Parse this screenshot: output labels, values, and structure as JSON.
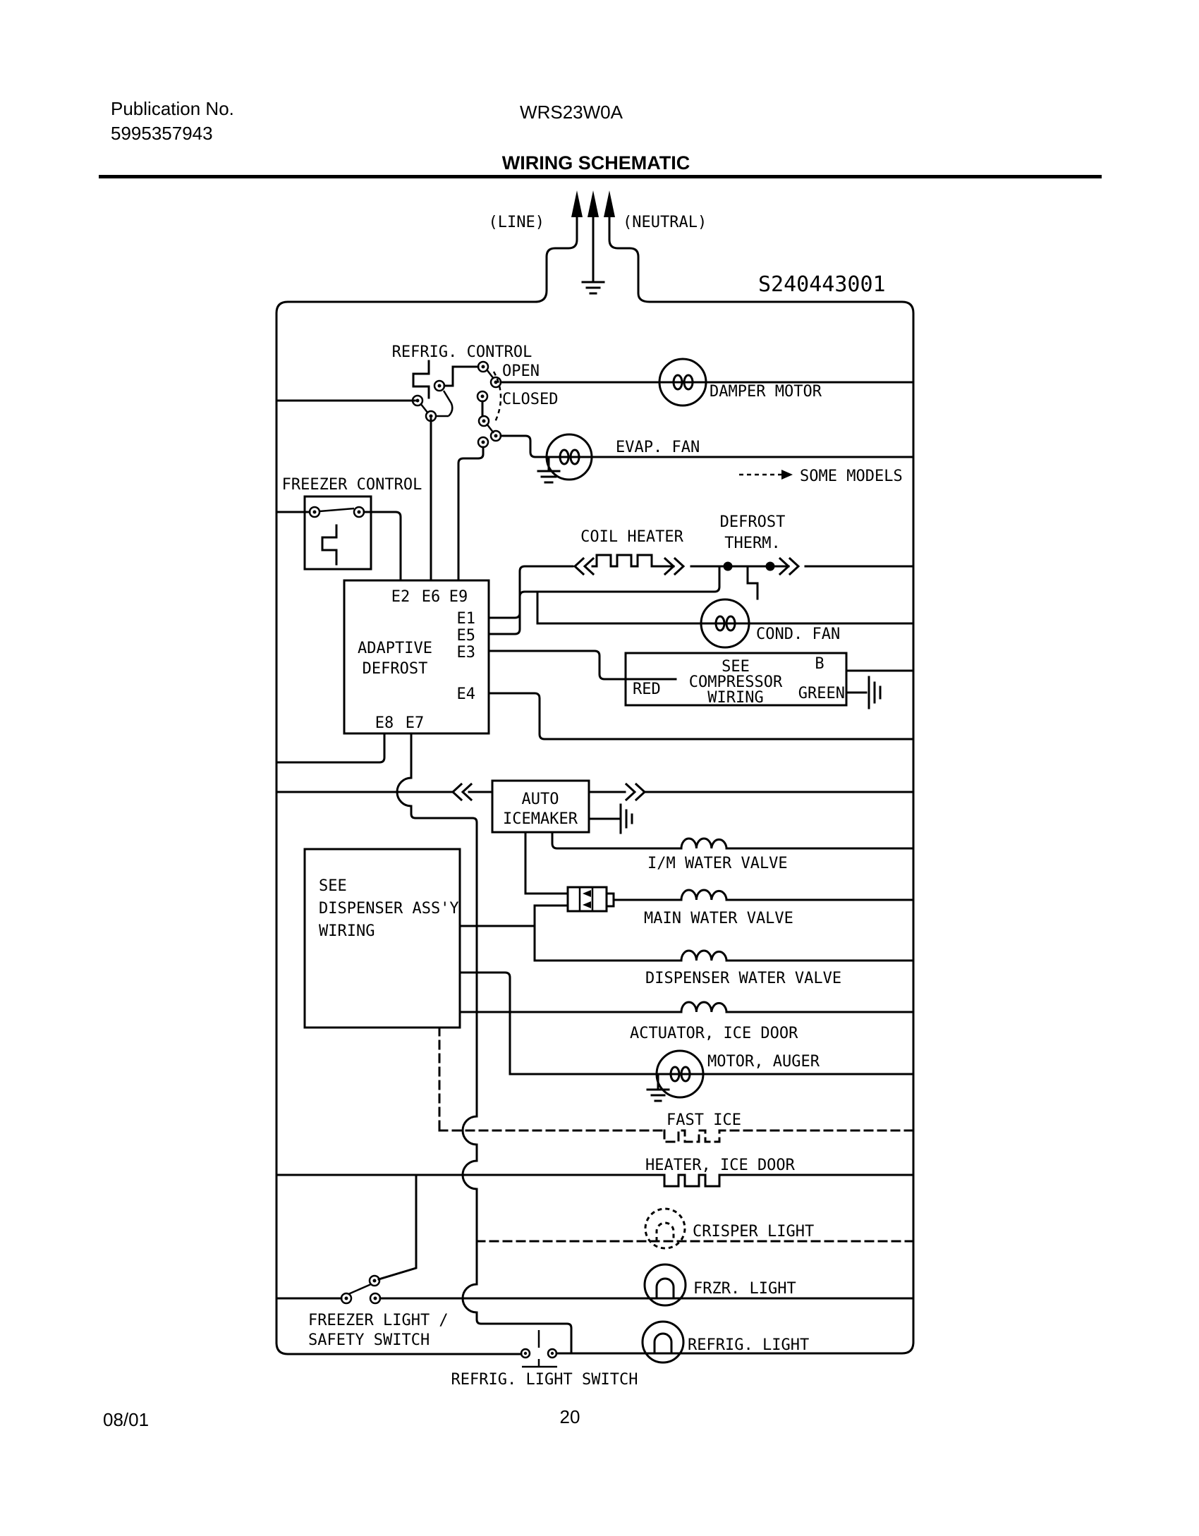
{
  "header": {
    "publication_label": "Publication No.",
    "publication_number": "5995357943",
    "model": "WRS23W0A",
    "title": "WIRING SCHEMATIC"
  },
  "schematic": {
    "part_number": "S240443001",
    "line_label": "(LINE)",
    "neutral_label": "(NEUTRAL)",
    "labels": {
      "refrig_control": "REFRIG. CONTROL",
      "open": "OPEN",
      "closed": "CLOSED",
      "damper_motor": "DAMPER MOTOR",
      "evap_fan": "EVAP. FAN",
      "some_models": "SOME MODELS",
      "freezer_control": "FREEZER CONTROL",
      "coil_heater": "COIL HEATER",
      "defrost_therm_line1": "DEFROST",
      "defrost_therm_line2": "THERM.",
      "cond_fan": "COND. FAN",
      "adaptive_line1": "ADAPTIVE",
      "adaptive_line2": "DEFROST",
      "compressor_line1": "SEE",
      "compressor_line2": "COMPRESSOR",
      "compressor_line3": "WIRING",
      "red": "RED",
      "b": "B",
      "green": "GREEN",
      "icemaker_line1": "AUTO",
      "icemaker_line2": "ICEMAKER",
      "dispenser_line1": "SEE",
      "dispenser_line2": "DISPENSER ASS'Y",
      "dispenser_line3": "WIRING",
      "im_water_valve": "I/M WATER VALVE",
      "main_water_valve": "MAIN WATER VALVE",
      "dispenser_water_valve": "DISPENSER WATER VALVE",
      "actuator_ice_door": "ACTUATOR, ICE DOOR",
      "motor_auger": "MOTOR, AUGER",
      "fast_ice": "FAST ICE",
      "heater_ice_door": "HEATER, ICE DOOR",
      "crisper_light": "CRISPER LIGHT",
      "frzr_light": "FRZR. LIGHT",
      "refrig_light": "REFRIG. LIGHT",
      "freezer_switch_line1": "FREEZER LIGHT /",
      "freezer_switch_line2": "SAFETY SWITCH",
      "refrig_light_switch": "REFRIG. LIGHT SWITCH"
    },
    "pins": {
      "e2": "E2",
      "e6": "E6",
      "e9": "E9",
      "e1": "E1",
      "e5": "E5",
      "e3": "E3",
      "e4": "E4",
      "e8": "E8",
      "e7": "E7"
    }
  },
  "footer": {
    "date": "08/01",
    "page": "20"
  },
  "colors": {
    "ink": "#000000",
    "paper": "#ffffff"
  }
}
